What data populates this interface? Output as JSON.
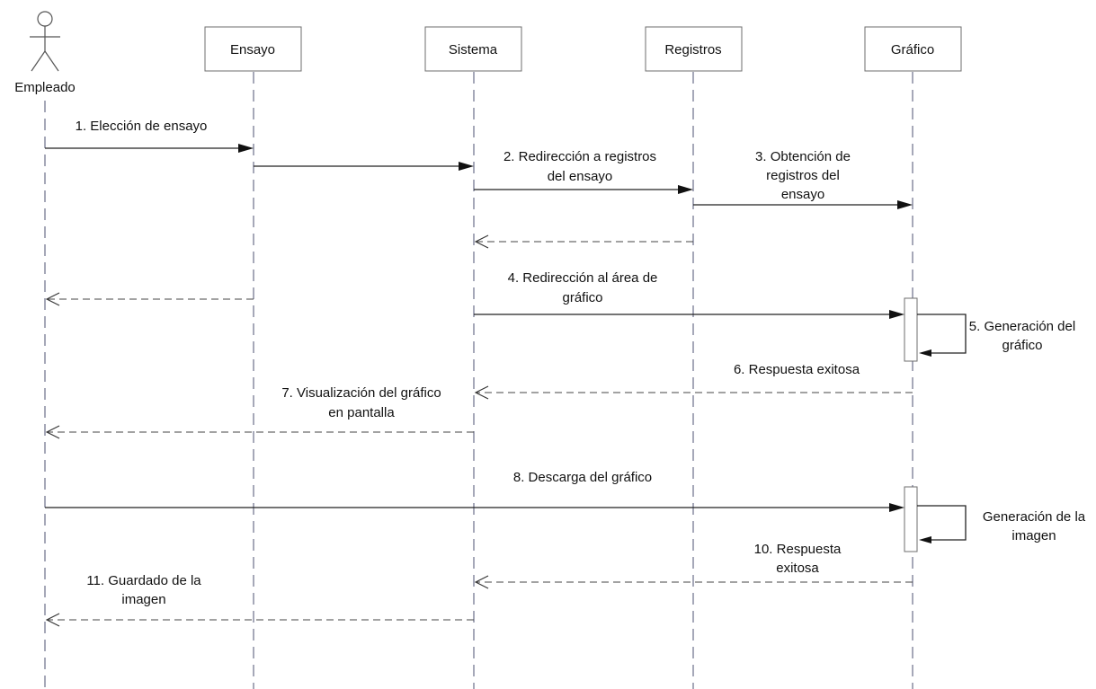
{
  "actor": {
    "label": "Empleado"
  },
  "lifelines": [
    {
      "id": "ensayo",
      "label": "Ensayo"
    },
    {
      "id": "sistema",
      "label": "Sistema"
    },
    {
      "id": "registros",
      "label": "Registros"
    },
    {
      "id": "grafico",
      "label": "Gráfico"
    }
  ],
  "messages": [
    {
      "label": [
        "1. Elección de ensayo"
      ],
      "from": "empleado",
      "to": "ensayo",
      "kind": "sync"
    },
    {
      "label": [],
      "from": "ensayo",
      "to": "sistema",
      "kind": "sync"
    },
    {
      "label": [
        "2. Redirección a registros",
        "del ensayo"
      ],
      "from": "sistema",
      "to": "registros",
      "kind": "sync"
    },
    {
      "label": [
        "3. Obtención de",
        "registros del",
        "ensayo"
      ],
      "from": "registros",
      "to": "grafico",
      "kind": "sync"
    },
    {
      "label": [],
      "from": "registros",
      "to": "sistema",
      "kind": "return"
    },
    {
      "label": [],
      "from": "ensayo",
      "to": "empleado",
      "kind": "return"
    },
    {
      "label": [
        "4. Redirección al área de",
        "gráfico"
      ],
      "from": "sistema",
      "to": "grafico",
      "kind": "sync"
    },
    {
      "label": [
        "5. Generación del",
        "gráfico"
      ],
      "from": "grafico",
      "to": "grafico",
      "kind": "self"
    },
    {
      "label": [
        "6. Respuesta exitosa"
      ],
      "from": "grafico",
      "to": "sistema",
      "kind": "return"
    },
    {
      "label": [
        "7. Visualización del gráfico",
        "en pantalla"
      ],
      "from": "sistema",
      "to": "empleado",
      "kind": "return"
    },
    {
      "label": [
        "8. Descarga del gráfico"
      ],
      "from": "empleado",
      "to": "grafico",
      "kind": "sync"
    },
    {
      "label": [
        "Generación de la",
        "imagen"
      ],
      "from": "grafico",
      "to": "grafico",
      "kind": "self"
    },
    {
      "label": [
        "10. Respuesta",
        "exitosa"
      ],
      "from": "grafico",
      "to": "sistema",
      "kind": "return"
    },
    {
      "label": [
        "11. Guardado de la",
        "imagen"
      ],
      "from": "sistema",
      "to": "empleado",
      "kind": "return"
    }
  ]
}
